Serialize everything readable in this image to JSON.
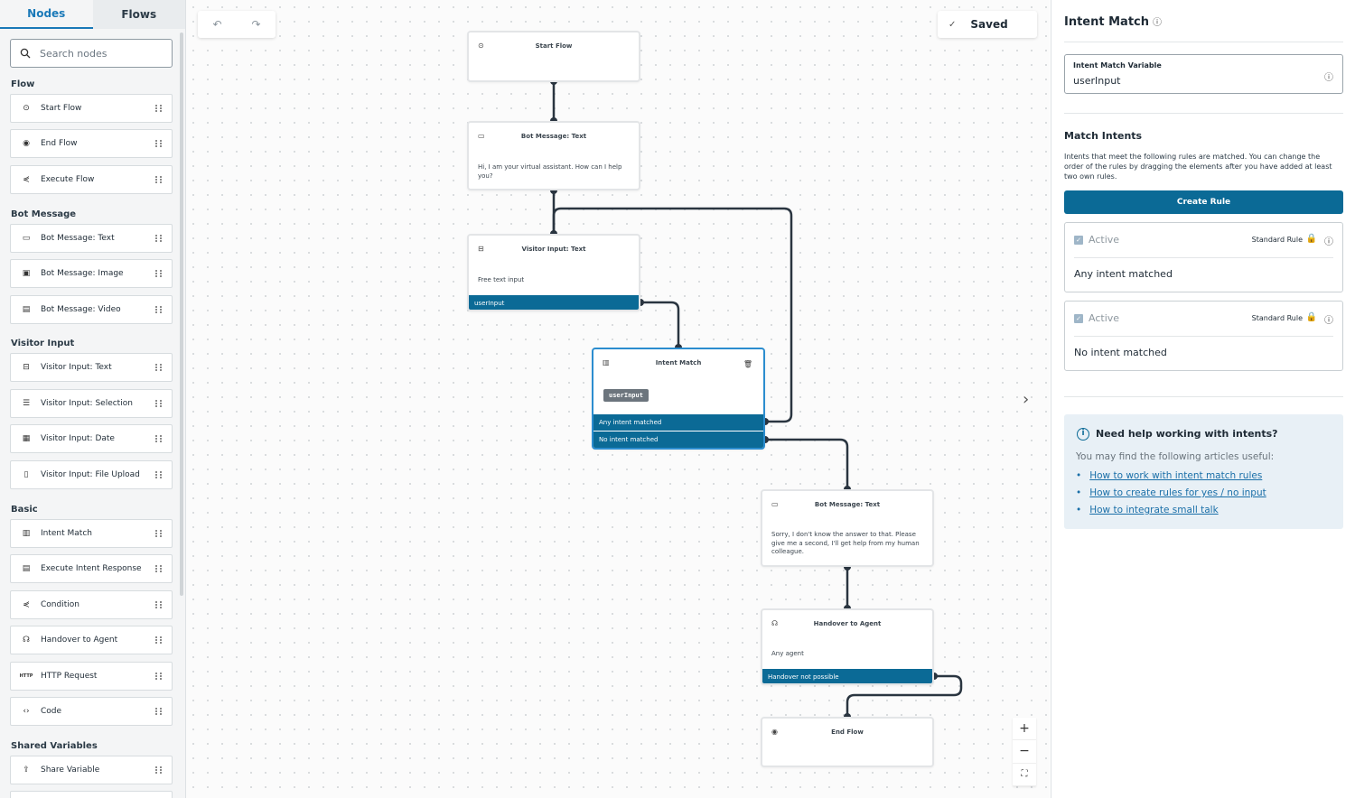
{
  "sidebar": {
    "tabs": [
      {
        "label": "Nodes",
        "active": true
      },
      {
        "label": "Flows",
        "active": false
      }
    ],
    "search_placeholder": "Search nodes",
    "sections": [
      {
        "title": "Flow",
        "items": [
          {
            "label": "Start Flow",
            "icon": "play-circle-icon"
          },
          {
            "label": "End Flow",
            "icon": "stop-circle-icon"
          },
          {
            "label": "Execute Flow",
            "icon": "branch-icon"
          }
        ]
      },
      {
        "title": "Bot Message",
        "items": [
          {
            "label": "Bot Message: Text",
            "icon": "chat-icon"
          },
          {
            "label": "Bot Message: Image",
            "icon": "image-icon"
          },
          {
            "label": "Bot Message: Video",
            "icon": "video-icon"
          }
        ]
      },
      {
        "title": "Visitor Input",
        "items": [
          {
            "label": "Visitor Input: Text",
            "icon": "input-icon"
          },
          {
            "label": "Visitor Input: Selection",
            "icon": "list-icon"
          },
          {
            "label": "Visitor Input: Date",
            "icon": "calendar-icon"
          },
          {
            "label": "Visitor Input: File Upload",
            "icon": "file-icon"
          }
        ]
      },
      {
        "title": "Basic",
        "items": [
          {
            "label": "Intent Match",
            "icon": "intent-icon"
          },
          {
            "label": "Execute Intent Response",
            "icon": "response-icon"
          },
          {
            "label": "Condition",
            "icon": "branch-icon"
          },
          {
            "label": "Handover to Agent",
            "icon": "headset-icon"
          },
          {
            "label": "HTTP Request",
            "icon": "http-icon"
          },
          {
            "label": "Code",
            "icon": "code-icon"
          }
        ]
      },
      {
        "title": "Shared Variables",
        "items": [
          {
            "label": "Share Variable",
            "icon": "upload-icon"
          }
        ]
      }
    ]
  },
  "canvas": {
    "saved_label": "Saved",
    "nodes": {
      "start": {
        "title": "Start Flow"
      },
      "bot1": {
        "title": "Bot Message: Text",
        "body": "Hi, I am your virtual assistant. How can I help you?"
      },
      "visitor": {
        "title": "Visitor Input: Text",
        "body": "Free text input",
        "output": "userInput"
      },
      "intent": {
        "title": "Intent Match",
        "variable": "userInput",
        "outputs": [
          "Any intent matched",
          "No intent matched"
        ]
      },
      "bot2": {
        "title": "Bot Message: Text",
        "body": "Sorry, I don't know the answer to that. Please give me a second, I'll get help from my human colleague."
      },
      "handover": {
        "title": "Handover to Agent",
        "body": "Any agent",
        "output": "Handover not possible"
      },
      "end": {
        "title": "End Flow"
      }
    }
  },
  "panel": {
    "title": "Intent Match",
    "variable": {
      "label": "Intent Match Variable",
      "value": "userInput"
    },
    "match_title": "Match Intents",
    "description": "Intents that meet the following rules are matched. You can change the order of the rules by dragging the elements after you have added at least two own rules.",
    "create_button": "Create Rule",
    "rules": [
      {
        "status": "Active",
        "type": "Standard Rule",
        "name": "Any intent matched"
      },
      {
        "status": "Active",
        "type": "Standard Rule",
        "name": "No intent matched"
      }
    ],
    "help": {
      "title": "Need help working with intents?",
      "text": "You may find the following articles useful:",
      "links": [
        "How to work with intent match rules",
        "How to create rules for yes / no input",
        "How to integrate small talk"
      ]
    }
  },
  "colors": {
    "accent": "#0b6a96",
    "link": "#1a6fa8",
    "selected_border": "#2c8dcf"
  }
}
